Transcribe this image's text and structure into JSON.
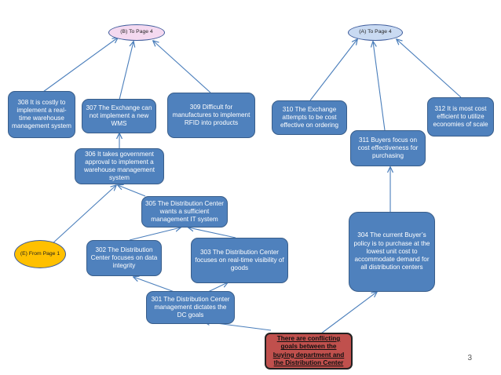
{
  "nodes": {
    "to_page_b": "(B) To Page 4",
    "to_page_a": "(A) To Page 4",
    "n308": "308 It is costly to implement a real-time warehouse management system",
    "n307": "307 The Exchange can not implement a new WMS",
    "n309": "309 Difficult for manufactures to implement RFID  into products",
    "n310": "310 The Exchange attempts to be cost effective on ordering",
    "n312": "312 It is most cost efficient to utilize economies of scale",
    "n311": "311 Buyers focus on cost effectiveness for purchasing",
    "n306": "306 It takes government approval to implement a warehouse management system",
    "n305": "305 The Distribution Center wants a sufficient management IT system",
    "n304": "304 The current Buyer’s policy is to purchase at the lowest unit cost to accommodate demand for all distribution centers",
    "from_page_e": "(E) From Page 1",
    "n302": "302 The Distribution Center  focuses on data integrity",
    "n303": "303 The Distribution Center focuses on real-time visibility of goods",
    "n301": "301 The Distribution Center management dictates the DC goals",
    "root": "There are conflicting goals between the buying department and the Distribution Center"
  },
  "page_number": "3",
  "colors": {
    "node_fill": "#4f81bd",
    "node_border": "#385d8a",
    "root_fill": "#c0504d",
    "oval_pink": "#f4d9f0",
    "oval_blue": "#c9daf2",
    "oval_gold": "#ffc000",
    "arrow": "#4a7ebb"
  }
}
